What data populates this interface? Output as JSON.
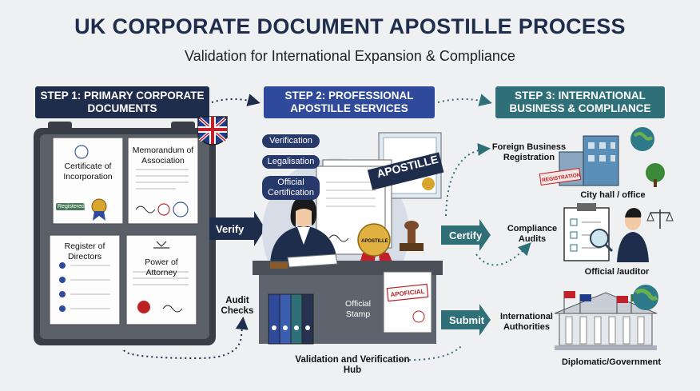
{
  "header": {
    "title": "UK CORPORATE DOCUMENT APOSTILLE PROCESS",
    "subtitle": "Validation for International Expansion & Compliance"
  },
  "steps": [
    {
      "label": "STEP 1: PRIMARY CORPORATE DOCUMENTS",
      "color": "#1f2d4d"
    },
    {
      "label": "STEP 2: PROFESSIONAL APOSTILLE SERVICES",
      "color": "#2f4a9a"
    },
    {
      "label": "STEP 3: INTERNATIONAL BUSINESS & COMPLIANCE",
      "color": "#2f7078"
    }
  ],
  "documents": {
    "certificate": "Certificate of Incorporation",
    "registered_badge": "Registered",
    "memorandum": "Memorandum of Association",
    "register": "Register of Directors",
    "power": "Power of Attorney"
  },
  "services": [
    "Verification",
    "Legalisation",
    "Official Certification"
  ],
  "apostille_label": "APOSTILLE",
  "seal_label": "APOSTILLE",
  "official_stamp": "Official Stamp",
  "stamp_paper_label": "APOFICIAL",
  "hub_label": "Validation and Verification Hub",
  "flow": {
    "verify": "Verify",
    "audit_checks": "Audit Checks",
    "certify": "Certify",
    "submit": "Submit"
  },
  "destinations": [
    {
      "title": "Foreign Business Registration",
      "caption": "City hall / office",
      "sign": "REGISTRATION"
    },
    {
      "title": "Compliance Audits",
      "caption": "Official /auditor"
    },
    {
      "title": "International Authorities",
      "caption": "Diplomatic/Government"
    }
  ]
}
